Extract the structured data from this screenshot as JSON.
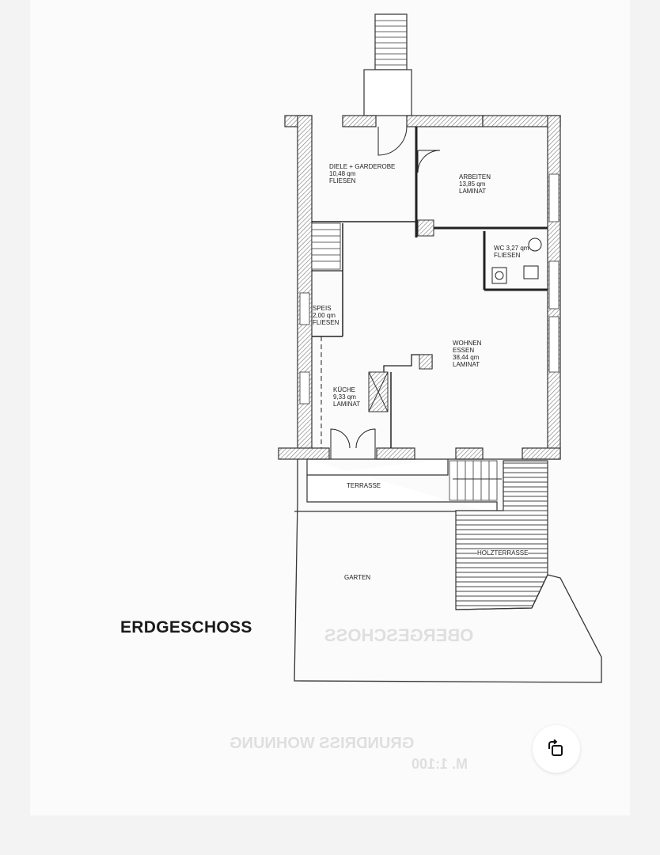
{
  "floor_title": "ERDGESCHOSS",
  "rooms": {
    "diele": "DIELE + GARDEROBE\n10,48 qm\nFLIESEN",
    "arbeiten": "ARBEITEN\n13,85 qm\nLAMINAT",
    "wc": "WC 3,27 qm\nFLIESEN",
    "speis": "SPEIS\n2,00 qm\nFLIESEN",
    "wohnen": "WOHNEN\nESSEN\n38,44 qm\nLAMINAT",
    "kueche": "KÜCHE\n9,33 qm\nLAMINAT",
    "terrasse": "TERRASSE",
    "holzterrasse": "HOLZTERRASSE",
    "garten": "GARTEN"
  },
  "ghost_texts": {
    "obergeschoss": "OBERGESCHOSS",
    "grundriss": "GRUNDRISS WOHNUNG",
    "massstab": "M. 1:100"
  },
  "controls": {
    "rotate_icon": "rotate-icon"
  },
  "colors": {
    "wall": "#3a3a3a",
    "hatch": "#8a8a8a",
    "paper": "#fbfbfb"
  }
}
